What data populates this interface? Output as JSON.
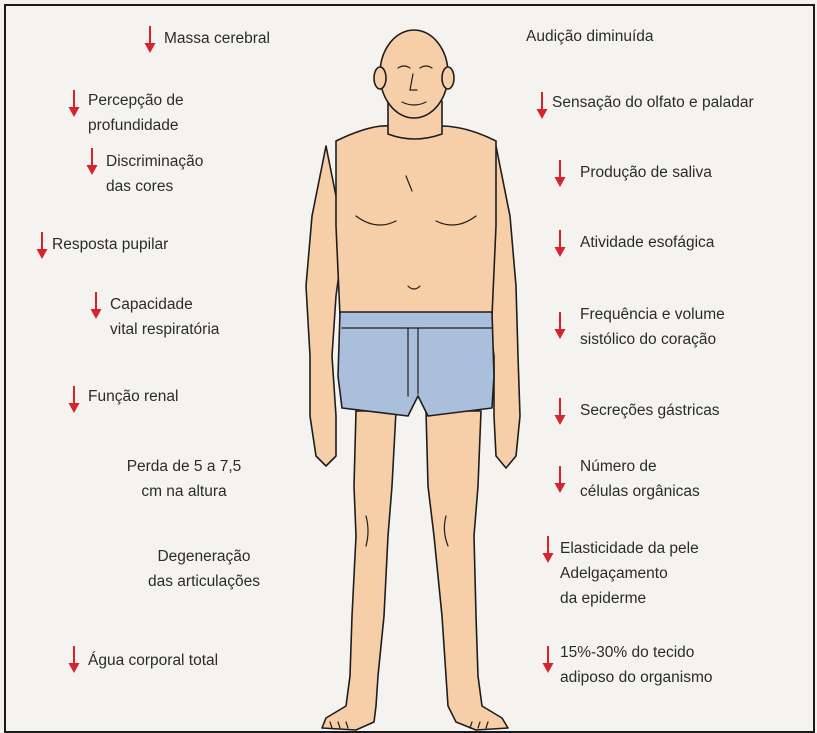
{
  "colors": {
    "arrow": "#d8232a",
    "skin": "#f6cfa8",
    "shorts": "#a9bfdc",
    "outline": "#1e1e1e"
  },
  "figure": {
    "icon": "elderly-man-figure-icon"
  },
  "left_labels": [
    {
      "lines": [
        "Massa cerebral"
      ],
      "arrow": true
    },
    {
      "lines": [
        "Percepção de",
        "profundidade"
      ],
      "arrow": true
    },
    {
      "lines": [
        "Discriminação",
        "das cores"
      ],
      "arrow": true
    },
    {
      "lines": [
        "Resposta pupilar"
      ],
      "arrow": true
    },
    {
      "lines": [
        "Capacidade",
        "vital respiratória"
      ],
      "arrow": true
    },
    {
      "lines": [
        "Função renal"
      ],
      "arrow": true
    },
    {
      "lines": [
        "Perda de 5 a 7,5",
        "cm na altura"
      ],
      "arrow": false
    },
    {
      "lines": [
        "Degeneração",
        "das articulações"
      ],
      "arrow": false
    },
    {
      "lines": [
        "Água corporal total"
      ],
      "arrow": true
    }
  ],
  "right_labels": [
    {
      "lines": [
        "Audição diminuída"
      ],
      "arrow": false
    },
    {
      "lines": [
        "Sensação do olfato e paladar"
      ],
      "arrow": true
    },
    {
      "lines": [
        "Produção de saliva"
      ],
      "arrow": true
    },
    {
      "lines": [
        "Atividade esofágica"
      ],
      "arrow": true
    },
    {
      "lines": [
        "Frequência e volume",
        "sistólico do coração"
      ],
      "arrow": true
    },
    {
      "lines": [
        "Secreções gástricas"
      ],
      "arrow": true
    },
    {
      "lines": [
        "Número de",
        "células orgânicas"
      ],
      "arrow": true
    },
    {
      "lines": [
        "Elasticidade da pele",
        "Adelgaçamento",
        "da epiderme"
      ],
      "arrow": true
    },
    {
      "lines": [
        "15%-30% do tecido",
        "adiposo do organismo"
      ],
      "arrow": true
    }
  ]
}
